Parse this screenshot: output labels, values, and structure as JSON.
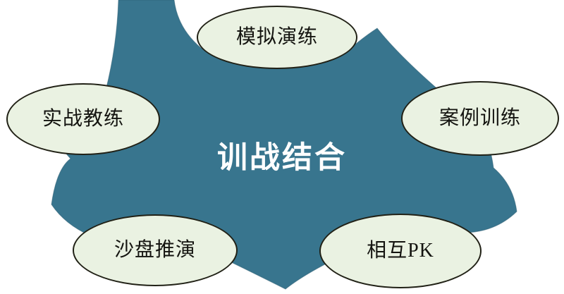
{
  "diagram": {
    "center": {
      "label": "训战结合"
    },
    "nodes": [
      {
        "id": "top",
        "label": "模拟演练"
      },
      {
        "id": "left",
        "label": "实战教练"
      },
      {
        "id": "right",
        "label": "案例训练"
      },
      {
        "id": "bottom-left",
        "label": "沙盘推演"
      },
      {
        "id": "bottom-right",
        "label": "相互PK"
      }
    ],
    "colors": {
      "cloud_fill": "#38758E",
      "cloud_edge": "#2A5A6E",
      "ellipse_fill": "#EAF2E2",
      "ellipse_border": "#212116",
      "center_text": "#FFFFFF",
      "label_text": "#141410",
      "background": "#FFFFFF"
    }
  }
}
